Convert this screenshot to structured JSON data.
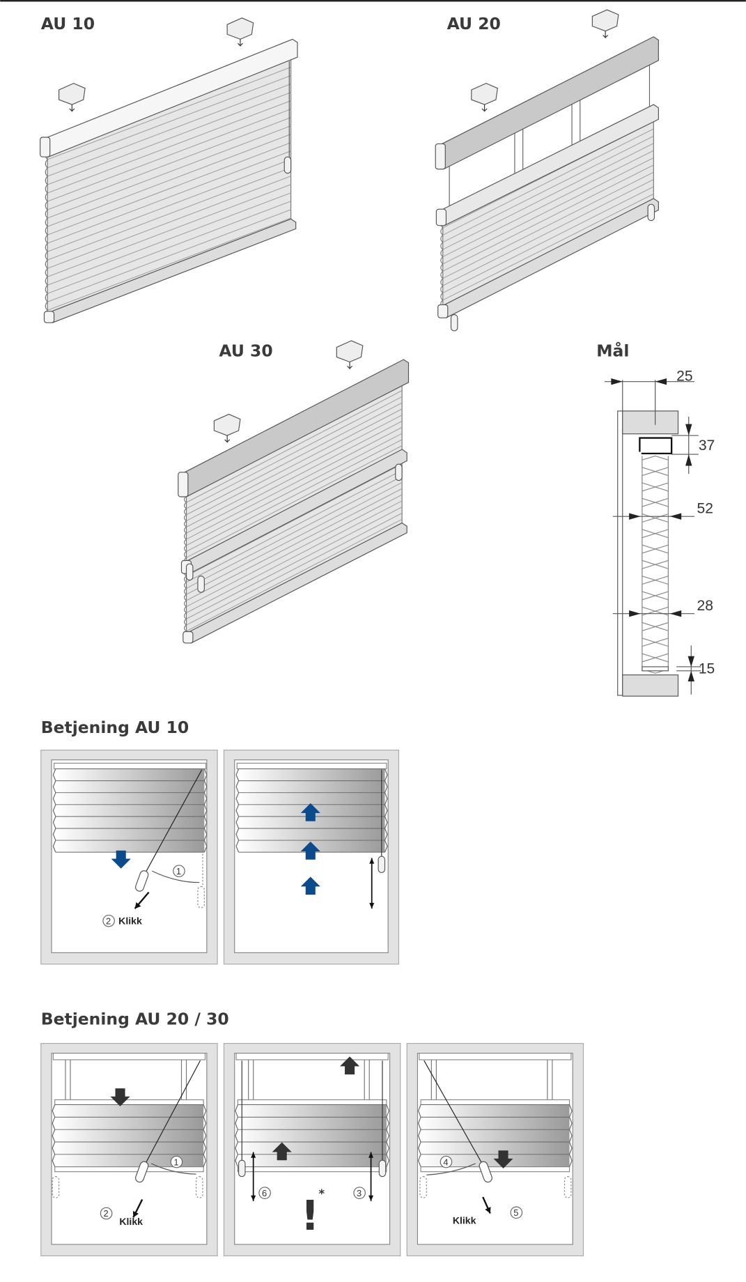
{
  "products": {
    "au10": {
      "title": "AU 10"
    },
    "au20": {
      "title": "AU 20"
    },
    "au30": {
      "title": "AU 30"
    }
  },
  "measurements": {
    "title": "Mål",
    "values": [
      "25",
      "37",
      "52",
      "28",
      "15"
    ]
  },
  "operation_au10": {
    "title": "Betjening AU 10",
    "step1": "1",
    "step2": "2",
    "click_label": "Klikk"
  },
  "operation_au20_30": {
    "title": "Betjening AU 20 / 30",
    "steps": [
      "1",
      "2",
      "3",
      "4",
      "5",
      "6"
    ],
    "click_label": "Klikk",
    "warning_mark": "!",
    "warning_asterisk": "*"
  },
  "colors": {
    "arrow_blue": "#0b4a8b",
    "arrow_dark": "#333333",
    "frame": "#e2e2e2"
  }
}
